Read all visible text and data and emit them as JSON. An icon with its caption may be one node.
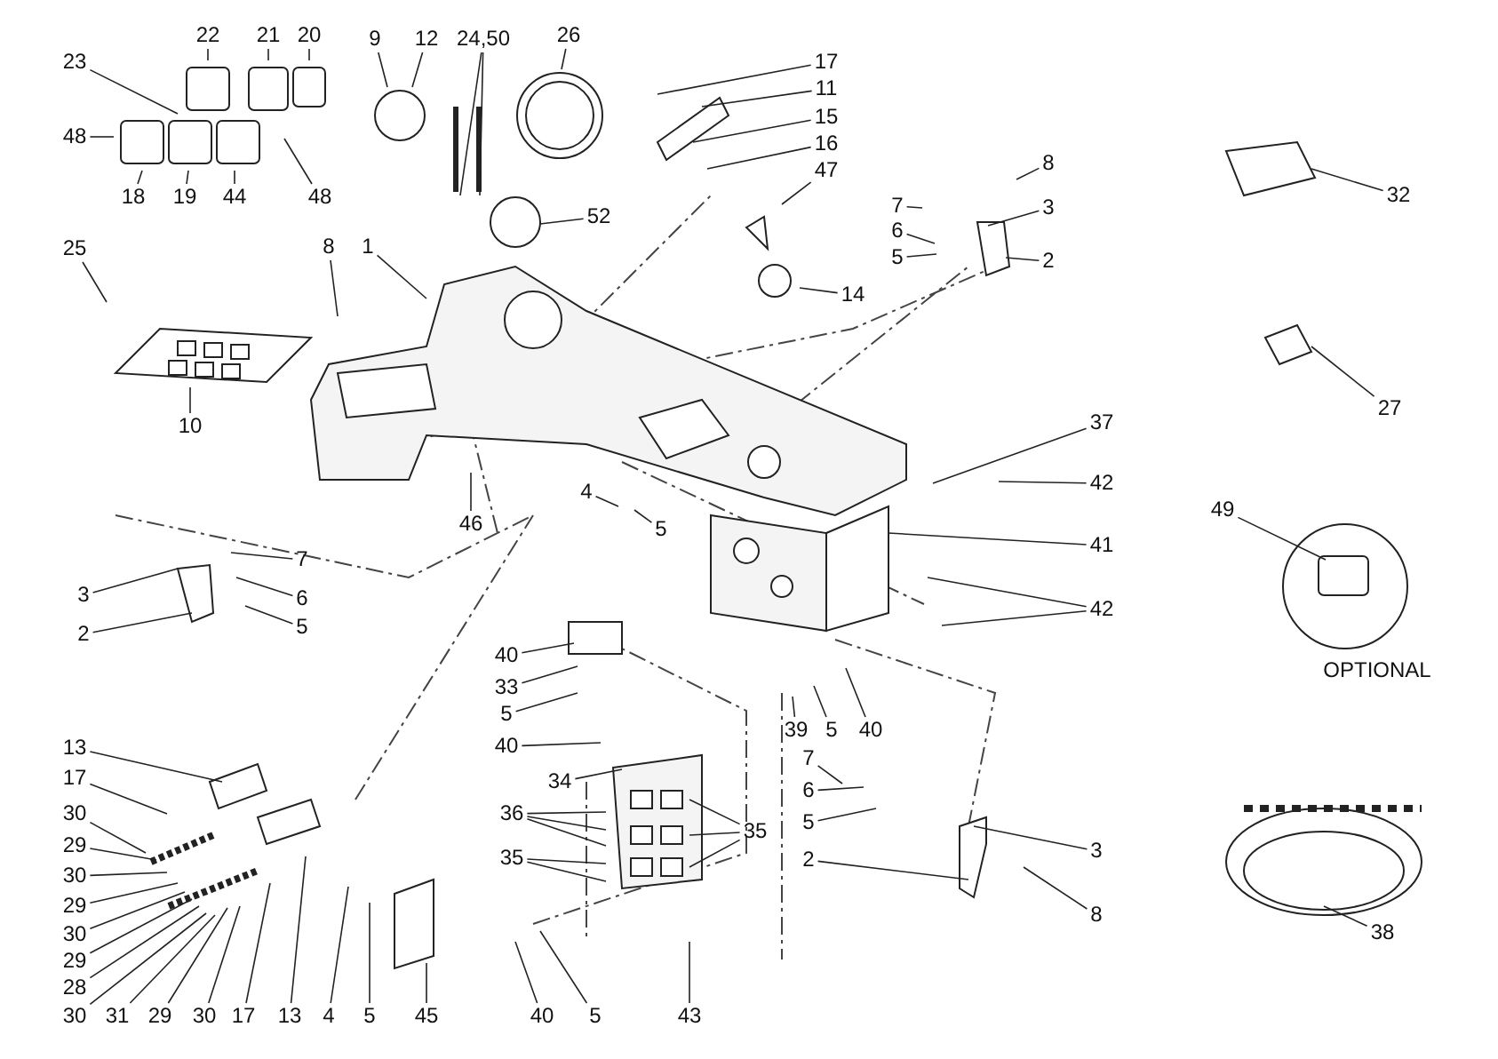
{
  "diagram": {
    "nodes": [
      {
        "text": [
          "22"
        ]
      },
      {
        "text": [
          "21"
        ]
      },
      {
        "text": [
          "20"
        ]
      },
      {
        "text": [
          "9"
        ]
      },
      {
        "text": [
          "12"
        ]
      },
      {
        "text": [
          "24,50"
        ]
      },
      {
        "text": [
          "26"
        ]
      },
      {
        "text": [
          "17"
        ]
      },
      {
        "text": [
          "11"
        ]
      },
      {
        "text": [
          "15"
        ]
      },
      {
        "text": [
          "16"
        ]
      },
      {
        "text": [
          "47"
        ]
      },
      {
        "text": [
          "8"
        ]
      },
      {
        "text": [
          "3"
        ]
      },
      {
        "text": [
          "7"
        ]
      },
      {
        "text": [
          "6"
        ]
      },
      {
        "text": [
          "5"
        ]
      },
      {
        "text": [
          "2"
        ]
      },
      {
        "text": [
          "14"
        ]
      },
      {
        "text": [
          "23"
        ]
      },
      {
        "text": [
          "48"
        ]
      },
      {
        "text": [
          "25"
        ]
      },
      {
        "text": [
          "18"
        ]
      },
      {
        "text": [
          "19"
        ]
      },
      {
        "text": [
          "44"
        ]
      },
      {
        "text": [
          "48"
        ]
      },
      {
        "text": [
          "52"
        ]
      },
      {
        "text": [
          "1"
        ]
      },
      {
        "text": [
          "8"
        ]
      },
      {
        "text": [
          "10"
        ]
      },
      {
        "text": [
          "32"
        ]
      },
      {
        "text": [
          "27"
        ]
      },
      {
        "text": [
          "37"
        ]
      },
      {
        "text": [
          "42"
        ]
      },
      {
        "text": [
          "41"
        ]
      },
      {
        "text": [
          "42"
        ]
      },
      {
        "text": [
          "46"
        ]
      },
      {
        "text": [
          "4"
        ]
      },
      {
        "text": [
          "5"
        ]
      },
      {
        "text": [
          "49"
        ]
      },
      {
        "text": [
          "3"
        ]
      },
      {
        "text": [
          "7"
        ]
      },
      {
        "text": [
          "6"
        ]
      },
      {
        "text": [
          "2"
        ]
      },
      {
        "text": [
          "5"
        ]
      },
      {
        "text": [
          "40"
        ]
      },
      {
        "text": [
          "33"
        ]
      },
      {
        "text": [
          "5"
        ]
      },
      {
        "text": [
          "40"
        ]
      },
      {
        "text": [
          "39"
        ]
      },
      {
        "text": [
          "5"
        ]
      },
      {
        "text": [
          "40"
        ]
      },
      {
        "text": [
          "7"
        ]
      },
      {
        "text": [
          "6"
        ]
      },
      {
        "text": [
          "5"
        ]
      },
      {
        "text": [
          "3"
        ]
      },
      {
        "text": [
          "2"
        ]
      },
      {
        "text": [
          "8"
        ]
      },
      {
        "text": [
          "13"
        ]
      },
      {
        "text": [
          "17"
        ]
      },
      {
        "text": [
          "30"
        ]
      },
      {
        "text": [
          "29"
        ]
      },
      {
        "text": [
          "30"
        ]
      },
      {
        "text": [
          "29"
        ]
      },
      {
        "text": [
          "30"
        ]
      },
      {
        "text": [
          "29"
        ]
      },
      {
        "text": [
          "28"
        ]
      },
      {
        "text": [
          "30"
        ]
      },
      {
        "text": [
          "31"
        ]
      },
      {
        "text": [
          "29"
        ]
      },
      {
        "text": [
          "30"
        ]
      },
      {
        "text": [
          "17"
        ]
      },
      {
        "text": [
          "13"
        ]
      },
      {
        "text": [
          "4"
        ]
      },
      {
        "text": [
          "5"
        ]
      },
      {
        "text": [
          "45"
        ]
      },
      {
        "text": [
          "34"
        ]
      },
      {
        "text": [
          "36"
        ]
      },
      {
        "text": [
          "35"
        ]
      },
      {
        "text": [
          "35"
        ]
      },
      {
        "text": [
          "40"
        ]
      },
      {
        "text": [
          "5"
        ]
      },
      {
        "text": [
          "43"
        ]
      },
      {
        "text": [
          "38"
        ]
      }
    ],
    "edges": [
      {
        "from": 0,
        "to": null,
        "arrow": "none"
      },
      {
        "from": 1,
        "to": null,
        "arrow": "none"
      },
      {
        "from": 2,
        "to": null,
        "arrow": "none"
      },
      {
        "from": 3,
        "to": null,
        "arrow": "none"
      },
      {
        "from": 4,
        "to": null,
        "arrow": "none"
      },
      {
        "from": 5,
        "to": null,
        "arrow": "none"
      },
      {
        "from": 5,
        "to": null,
        "arrow": "none"
      },
      {
        "from": 6,
        "to": null,
        "arrow": "none"
      },
      {
        "from": 7,
        "to": null,
        "arrow": "none"
      },
      {
        "from": 8,
        "to": null,
        "arrow": "none"
      },
      {
        "from": 9,
        "to": null,
        "arrow": "none"
      },
      {
        "from": 10,
        "to": null,
        "arrow": "none"
      },
      {
        "from": 11,
        "to": null,
        "arrow": "none"
      },
      {
        "from": 12,
        "to": null,
        "arrow": "none"
      },
      {
        "from": 13,
        "to": null,
        "arrow": "none"
      },
      {
        "from": 14,
        "to": null,
        "arrow": "none"
      },
      {
        "from": 15,
        "to": null,
        "arrow": "none"
      },
      {
        "from": 16,
        "to": null,
        "arrow": "none"
      },
      {
        "from": 17,
        "to": null,
        "arrow": "none"
      },
      {
        "from": 18,
        "to": null,
        "arrow": "none"
      },
      {
        "from": 19,
        "to": null,
        "arrow": "none"
      },
      {
        "from": 20,
        "to": null,
        "arrow": "none"
      },
      {
        "from": 21,
        "to": null,
        "arrow": "none"
      },
      {
        "from": 22,
        "to": null,
        "arrow": "none"
      },
      {
        "from": 23,
        "to": null,
        "arrow": "none"
      },
      {
        "from": 24,
        "to": null,
        "arrow": "none"
      },
      {
        "from": 25,
        "to": null,
        "arrow": "none"
      },
      {
        "from": 26,
        "to": null,
        "arrow": "none"
      },
      {
        "from": 27,
        "to": null,
        "arrow": "none"
      },
      {
        "from": 28,
        "to": null,
        "arrow": "none"
      },
      {
        "from": 29,
        "to": null,
        "arrow": "none"
      },
      {
        "from": 30,
        "to": null,
        "arrow": "none"
      },
      {
        "from": 31,
        "to": null,
        "arrow": "none"
      },
      {
        "from": 32,
        "to": null,
        "arrow": "none"
      },
      {
        "from": 33,
        "to": null,
        "arrow": "none"
      },
      {
        "from": 34,
        "to": null,
        "arrow": "none"
      },
      {
        "from": 35,
        "to": null,
        "arrow": "none"
      },
      {
        "from": 35,
        "to": null,
        "arrow": "none"
      },
      {
        "from": 36,
        "to": null,
        "arrow": "none"
      },
      {
        "from": 37,
        "to": null,
        "arrow": "none"
      },
      {
        "from": 38,
        "to": null,
        "arrow": "none"
      },
      {
        "from": 39,
        "to": null,
        "arrow": "none"
      },
      {
        "from": 40,
        "to": null,
        "arrow": "none"
      },
      {
        "from": 41,
        "to": null,
        "arrow": "none"
      },
      {
        "from": 42,
        "to": null,
        "arrow": "none"
      },
      {
        "from": 43,
        "to": null,
        "arrow": "none"
      },
      {
        "from": 44,
        "to": null,
        "arrow": "none"
      },
      {
        "from": 45,
        "to": null,
        "arrow": "none"
      },
      {
        "from": 46,
        "to": null,
        "arrow": "none"
      },
      {
        "from": 47,
        "to": null,
        "arrow": "none"
      },
      {
        "from": 48,
        "to": null,
        "arrow": "none"
      },
      {
        "from": 49,
        "to": null,
        "arrow": "none"
      },
      {
        "from": 50,
        "to": null,
        "arrow": "none"
      },
      {
        "from": 51,
        "to": null,
        "arrow": "none"
      },
      {
        "from": 52,
        "to": null,
        "arrow": "none"
      },
      {
        "from": 53,
        "to": null,
        "arrow": "none"
      },
      {
        "from": 54,
        "to": null,
        "arrow": "none"
      },
      {
        "from": 55,
        "to": null,
        "arrow": "none"
      },
      {
        "from": 56,
        "to": null,
        "arrow": "none"
      },
      {
        "from": 57,
        "to": null,
        "arrow": "none"
      },
      {
        "from": 58,
        "to": null,
        "arrow": "none"
      },
      {
        "from": 59,
        "to": null,
        "arrow": "none"
      },
      {
        "from": 60,
        "to": null,
        "arrow": "none"
      },
      {
        "from": 61,
        "to": null,
        "arrow": "none"
      },
      {
        "from": 62,
        "to": null,
        "arrow": "none"
      },
      {
        "from": 63,
        "to": null,
        "arrow": "none"
      },
      {
        "from": 64,
        "to": null,
        "arrow": "none"
      },
      {
        "from": 65,
        "to": null,
        "arrow": "none"
      },
      {
        "from": 66,
        "to": null,
        "arrow": "none"
      },
      {
        "from": 67,
        "to": null,
        "arrow": "none"
      },
      {
        "from": 68,
        "to": null,
        "arrow": "none"
      },
      {
        "from": 69,
        "to": null,
        "arrow": "none"
      },
      {
        "from": 70,
        "to": null,
        "arrow": "none"
      },
      {
        "from": 71,
        "to": null,
        "arrow": "none"
      },
      {
        "from": 72,
        "to": null,
        "arrow": "none"
      },
      {
        "from": 73,
        "to": null,
        "arrow": "none"
      },
      {
        "from": 74,
        "to": null,
        "arrow": "none"
      },
      {
        "from": 75,
        "to": null,
        "arrow": "none"
      },
      {
        "from": 76,
        "to": null,
        "arrow": "none"
      },
      {
        "from": 77,
        "to": null,
        "arrow": "none"
      },
      {
        "from": 77,
        "to": null,
        "arrow": "none"
      },
      {
        "from": 77,
        "to": null,
        "arrow": "none"
      },
      {
        "from": 78,
        "to": null,
        "arrow": "none"
      },
      {
        "from": 78,
        "to": null,
        "arrow": "none"
      },
      {
        "from": 78,
        "to": null,
        "arrow": "none"
      },
      {
        "from": 79,
        "to": null,
        "arrow": "none"
      },
      {
        "from": 79,
        "to": null,
        "arrow": "none"
      },
      {
        "from": 80,
        "to": null,
        "arrow": "none"
      },
      {
        "from": 81,
        "to": null,
        "arrow": "none"
      },
      {
        "from": 82,
        "to": null,
        "arrow": "none"
      },
      {
        "from": 83,
        "to": null,
        "arrow": "none"
      }
    ],
    "labels": [
      "OPTIONAL"
    ]
  }
}
